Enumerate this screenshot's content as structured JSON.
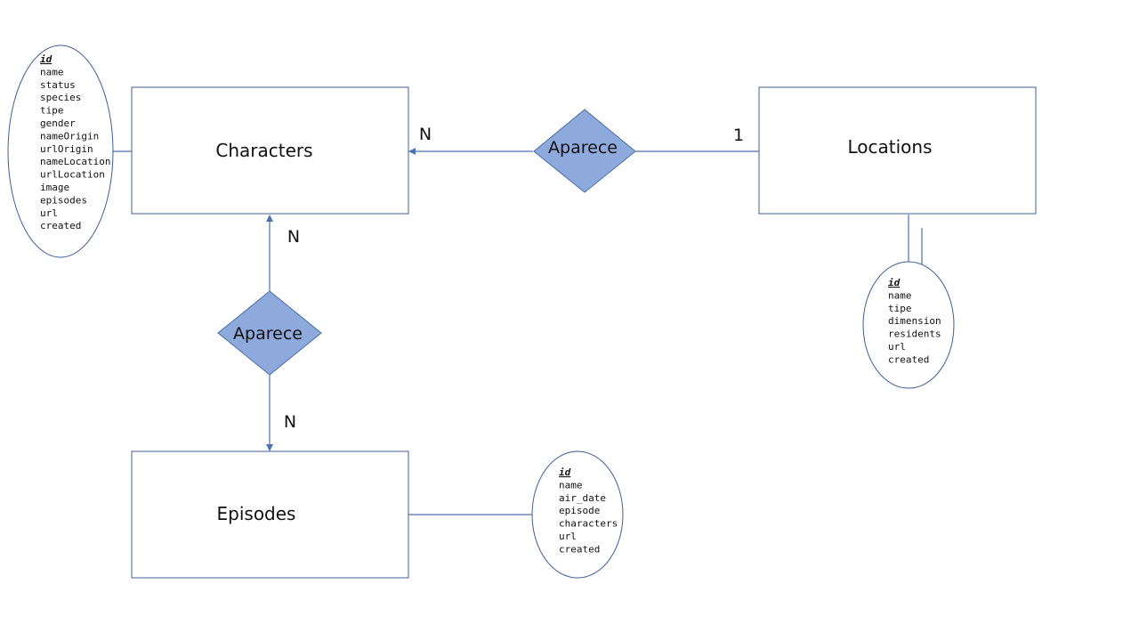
{
  "entities": {
    "characters": {
      "name": "Characters"
    },
    "locations": {
      "name": "Locations"
    },
    "episodes": {
      "name": "Episodes"
    }
  },
  "relationships": {
    "locations_characters": {
      "name": "Aparece",
      "card_characters": "N",
      "card_locations": "1"
    },
    "characters_episodes": {
      "name": "Aparece",
      "card_characters": "N",
      "card_episodes": "N"
    }
  },
  "attributes": {
    "characters": [
      "id",
      "name",
      "status",
      "species",
      "tipe",
      "gender",
      "nameOrigin",
      "urlOrigin",
      "nameLocation",
      "urlLocation",
      "image",
      "episodes",
      "url",
      "created"
    ],
    "locations": [
      "id",
      "name",
      "tipe",
      "dimension",
      "residents",
      "url",
      "created"
    ],
    "episodes": [
      "id",
      "name",
      "air_date",
      "episode",
      "characters",
      "url",
      "created"
    ]
  },
  "colors": {
    "diamond_fill": "#8ea9db",
    "line": "#4a72b0",
    "border": "#3c5f96"
  }
}
